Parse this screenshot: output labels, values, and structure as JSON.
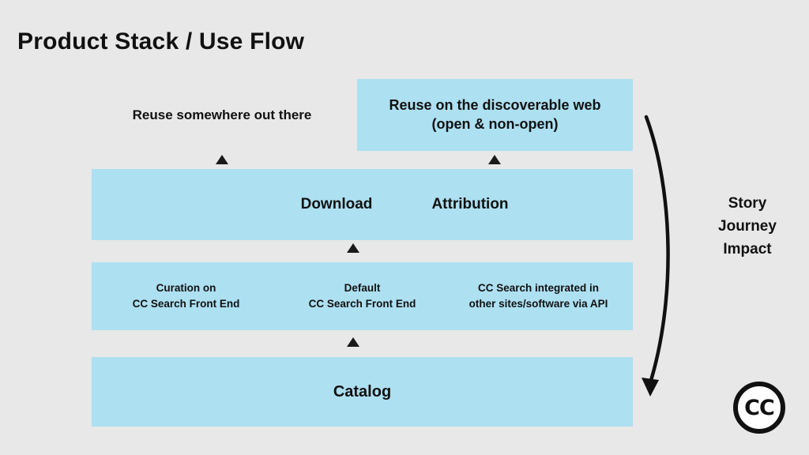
{
  "slide": {
    "title": "Product Stack / Use Flow",
    "background_color": "#e8e8e8",
    "box_color": "#ade0f1",
    "text_color": "#111111"
  },
  "rows": {
    "row1": {
      "left_label": "Reuse somewhere out there",
      "right_line1": "Reuse on the discoverable web",
      "right_line2": "(open & non-open)"
    },
    "row2": {
      "download": "Download",
      "attribution": "Attribution"
    },
    "row3": {
      "cell1_line1": "Curation on",
      "cell1_line2": "CC Search Front End",
      "cell2_line1": "Default",
      "cell2_line2": "CC Search Front End",
      "cell3_line1": "CC Search integrated in",
      "cell3_line2": "other sites/software via API"
    },
    "row4": {
      "catalog": "Catalog"
    }
  },
  "annotation": {
    "line1": "Story",
    "line2": "Journey",
    "line3": "Impact"
  },
  "logo": {
    "text": "CC"
  }
}
